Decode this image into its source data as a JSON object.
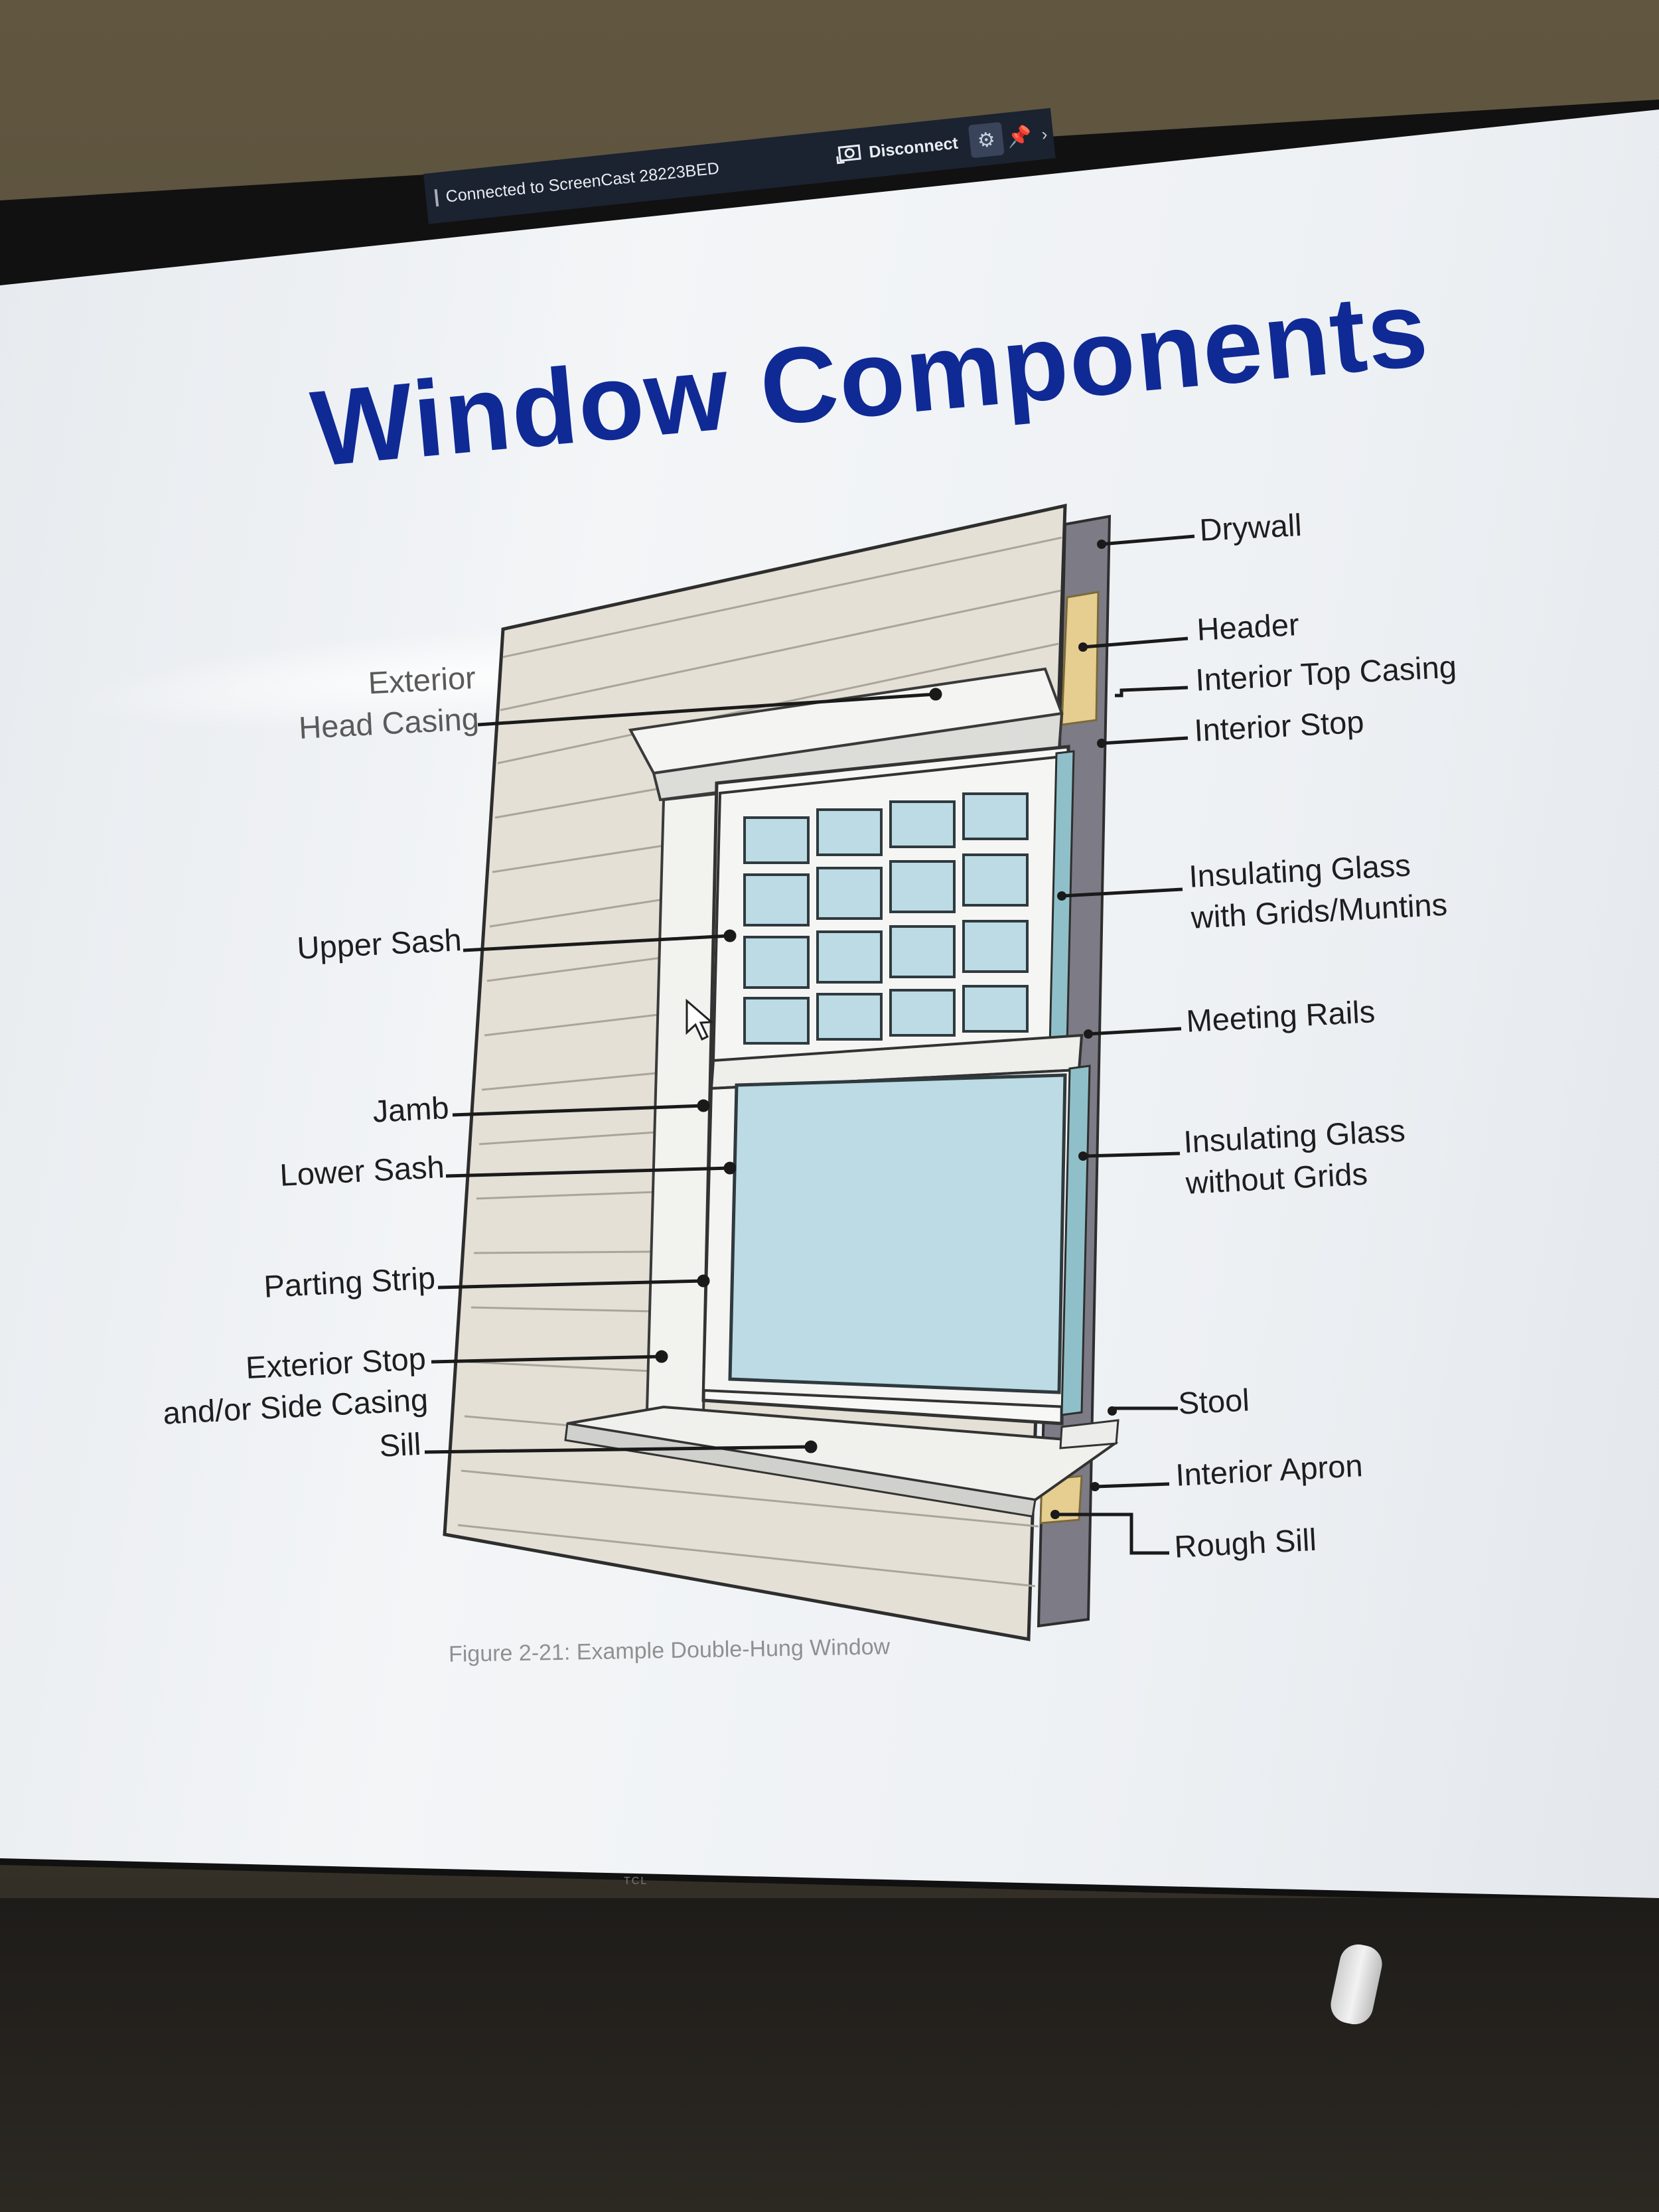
{
  "screencast_bar": {
    "status_text": "Connected to ScreenCast 28223BED",
    "disconnect_label": "Disconnect",
    "settings_icon": "gear-icon",
    "pin_icon": "pin-icon",
    "more_icon": "chevron-right-icon"
  },
  "slide": {
    "title": "Window Components",
    "caption": "Figure 2-21: Example Double-Hung Window",
    "labels_left": {
      "exterior_head_casing_1": "Exterior",
      "exterior_head_casing_2": "Head Casing",
      "upper_sash": "Upper Sash",
      "jamb": "Jamb",
      "lower_sash": "Lower Sash",
      "parting_strip": "Parting Strip",
      "exterior_stop_1": "Exterior Stop",
      "exterior_stop_2": "and/or Side Casing",
      "sill": "Sill"
    },
    "labels_right": {
      "drywall": "Drywall",
      "header": "Header",
      "interior_top_casing": "Interior Top Casing",
      "interior_stop": "Interior Stop",
      "insulating_glass_grids_1": "Insulating Glass",
      "insulating_glass_grids_2": "with Grids/Muntins",
      "meeting_rails": "Meeting Rails",
      "insulating_glass_no_grids_1": "Insulating Glass",
      "insulating_glass_no_grids_2": "without Grids",
      "stool": "Stool",
      "interior_apron": "Interior Apron",
      "rough_sill": "Rough Sill"
    }
  },
  "tv": {
    "brand": "TCL"
  },
  "colors": {
    "title": "#0f2a94",
    "glass": "#bcdbe4",
    "siding": "#e4e0d6",
    "wood": "#e6cd90",
    "castbar": "#1b2230"
  }
}
